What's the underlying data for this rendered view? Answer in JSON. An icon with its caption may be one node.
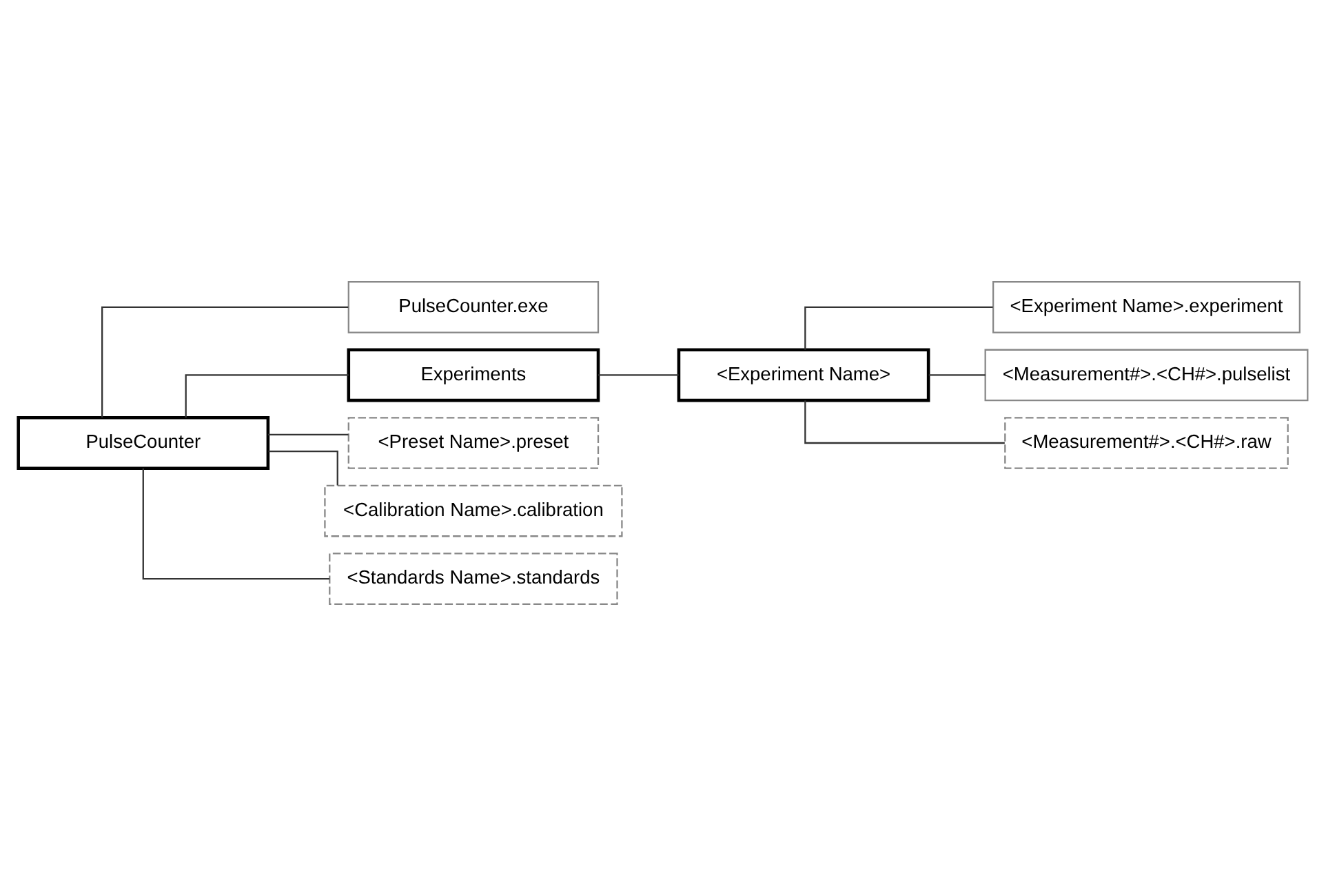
{
  "diagram": {
    "nodes": [
      {
        "text": [
          "PulseCounter"
        ]
      },
      {
        "text": [
          "PulseCounter.exe"
        ]
      },
      {
        "text": [
          "Experiments"
        ]
      },
      {
        "text": [
          "<Experiment Name>"
        ]
      },
      {
        "text": [
          "<Experiment Name>.experiment"
        ]
      },
      {
        "text": [
          "<Measurement#>.<CH#>.pulselist"
        ]
      },
      {
        "text": [
          "<Measurement#>.<CH#>.raw"
        ]
      },
      {
        "text": [
          "<Preset Name>.preset"
        ]
      },
      {
        "text": [
          "<Calibration Name>.calibration"
        ]
      },
      {
        "text": [
          "<Standards Name>.standards"
        ]
      }
    ],
    "edges": [
      {
        "from": 0,
        "to": 1,
        "arrow": "none"
      },
      {
        "from": 0,
        "to": 2,
        "arrow": "none"
      },
      {
        "from": 2,
        "to": 3,
        "arrow": "none"
      },
      {
        "from": 3,
        "to": 4,
        "arrow": "none"
      },
      {
        "from": 3,
        "to": 5,
        "arrow": "none"
      },
      {
        "from": 3,
        "to": 6,
        "arrow": "none"
      },
      {
        "from": 0,
        "to": 7,
        "arrow": "none"
      },
      {
        "from": 0,
        "to": 8,
        "arrow": "none"
      },
      {
        "from": 0,
        "to": 9,
        "arrow": "none"
      }
    ]
  }
}
